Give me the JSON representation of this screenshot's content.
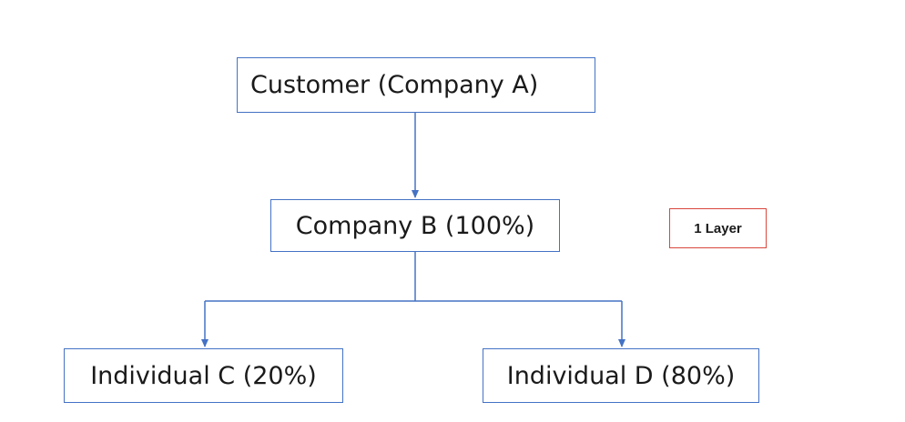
{
  "colors": {
    "node_border": "#4472c4",
    "connector": "#4472c4",
    "layer_tag_border": "#d9473d",
    "text": "#1a1a1a",
    "background": "#ffffff"
  },
  "nodes": {
    "customer": "Customer (Company A)",
    "company_b": "Company B (100%)",
    "individual_c": "Individual C (20%)",
    "individual_d": "Individual D (80%)"
  },
  "layer_tag": "1 Layer",
  "edges": [
    {
      "from": "customer",
      "to": "company_b"
    },
    {
      "from": "company_b",
      "to": "individual_c"
    },
    {
      "from": "company_b",
      "to": "individual_d"
    }
  ]
}
